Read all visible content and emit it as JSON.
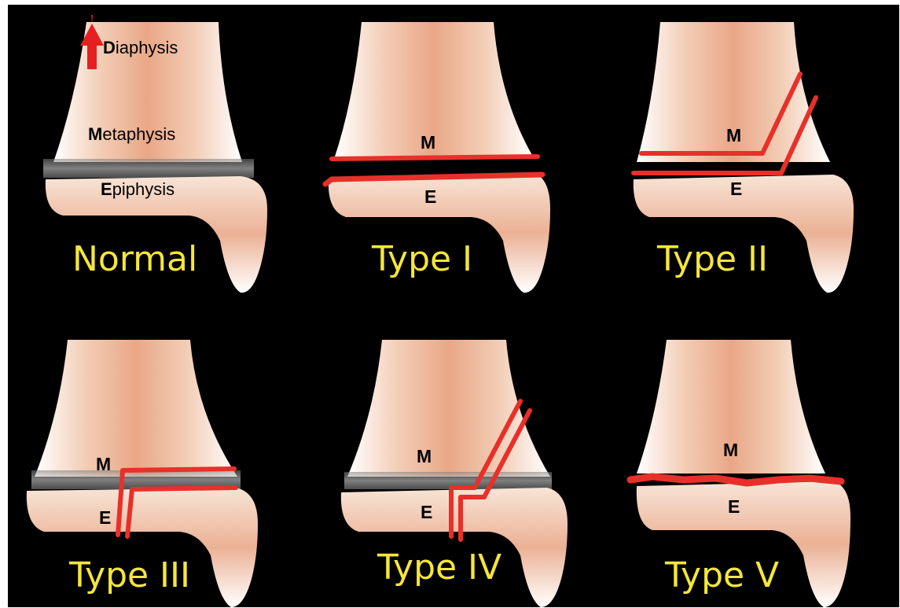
{
  "labels": {
    "diaphysis_initial": "D",
    "diaphysis_rest": "iaphysis",
    "metaphysis_initial": "M",
    "metaphysis_rest": "etaphysis",
    "epiphysis_initial": "E",
    "epiphysis_rest": "piphysis",
    "metaphysis_abbrev": "M",
    "epiphysis_abbrev": "E"
  },
  "panels": [
    {
      "label": "Normal"
    },
    {
      "label": "Type I"
    },
    {
      "label": "Type II"
    },
    {
      "label": "Type III"
    },
    {
      "label": "Type IV"
    },
    {
      "label": "Type V"
    }
  ],
  "colors": {
    "background": "#000000",
    "fracture_line": "#e8302a",
    "arrow": "#e62020",
    "label_yellow": "#f5e63a",
    "bone_core": "#e9a787",
    "bone_edge": "#ffffff"
  },
  "icons": {
    "arrow": "arrow-up-icon"
  }
}
